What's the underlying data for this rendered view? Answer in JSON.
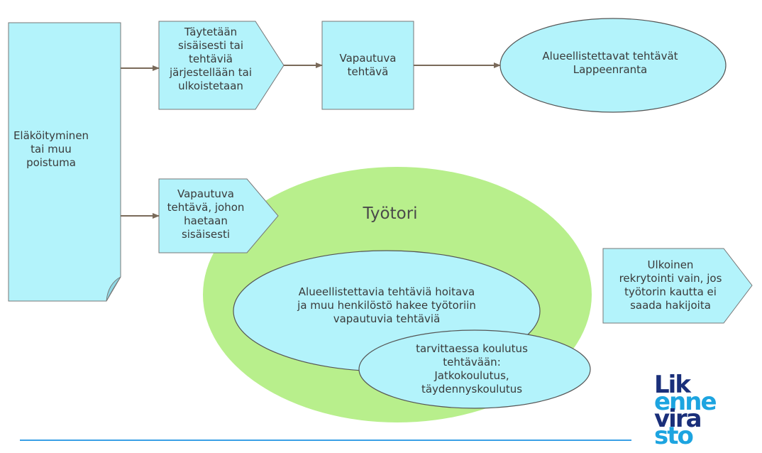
{
  "nodes": {
    "retirement": "Eläköityminen\ntai muu\npoistuma",
    "fill_internal": "Täytetään\nsisäisesti tai\ntehtäviä\njärjestellään tai\nulkoistetaan",
    "vacant_task": "Vapautuva\ntehtävä",
    "regional_tasks": "Alueellistettavat tehtävät\nLappeenranta",
    "vacant_internal": "Vapautuva\ntehtävä, johon\nhaetaan\nsisäisesti",
    "job_market": "Työtori",
    "staff_apply": "Alueellistettavia tehtäviä hoitava\nja muu henkilöstö hakee työtoriin\nvapautuvia tehtäviä",
    "training": "tarvittaessa  koulutus\ntehtävään:\nJatkokoulutus,\ntäydennyskoulutus",
    "external": "Ulkoinen\nrekrytointi vain, jos\ntyötorin kautta ei\nsaada hakijoita"
  },
  "logo": {
    "line1": "Lik",
    "line2": "enne",
    "line3": "vira",
    "line4": "sto"
  },
  "colors": {
    "shape_fill": "#b3f3fb",
    "green_area": "#b8ef8c",
    "arrow": "#7a6a5a",
    "bottom_rule": "#3aa0e6",
    "logo_dark": "#1a2f7a",
    "logo_light": "#1da4e0"
  }
}
